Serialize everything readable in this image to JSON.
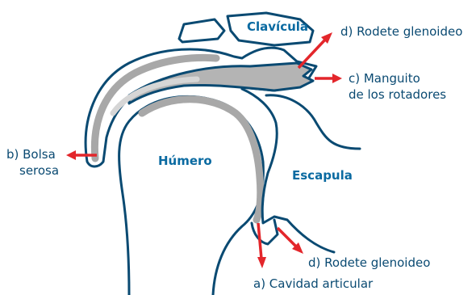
{
  "labels": {
    "clavicula": "Clavícula",
    "humero": "Húmero",
    "escapula": "Escapula",
    "rodete_top": "d) Rodete glenoideo",
    "manguito_line1": "c) Manguito",
    "manguito_line2": "de los rotadores",
    "bolsa_line1": "b) Bolsa",
    "bolsa_line2": "serosa",
    "rodete_bottom": "d) Rodete glenoideo",
    "cavidad": "a) Cavidad articular"
  },
  "colors": {
    "outline": "#0a4a72",
    "bone_label": "#0a6aa1",
    "arrow": "#e3262b",
    "cartilage": "#a8a8a8"
  }
}
